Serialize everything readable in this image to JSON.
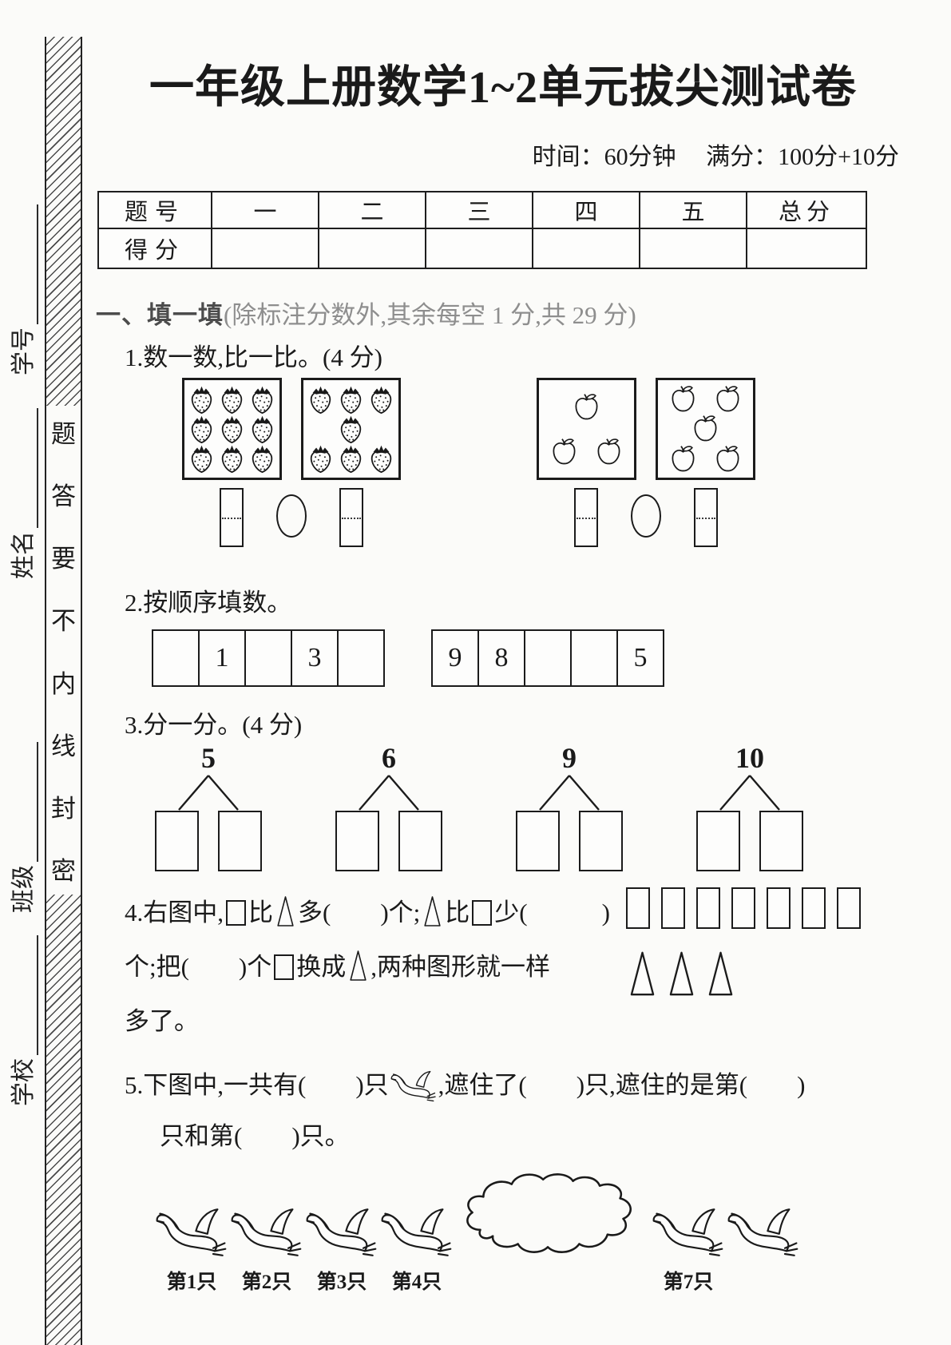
{
  "header": {
    "title": "一年级上册数学1~2单元拔尖测试卷",
    "meta": "时间：60分钟　 满分：100分+10分"
  },
  "margin": {
    "fields": [
      "学号",
      "姓名",
      "班级",
      "学校"
    ],
    "seal_text": "密封线内不要答题"
  },
  "score_table": {
    "row1_label": "题号",
    "row2_label": "得分",
    "columns": [
      "一",
      "二",
      "三",
      "四",
      "五",
      "总分"
    ],
    "scores": [
      "",
      "",
      "",
      "",
      "",
      ""
    ]
  },
  "section_one": {
    "title": "一、填一填",
    "note": "(除标注分数外,其余每空 1 分,共 29 分)"
  },
  "q1": {
    "label": "1.数一数,比一比。(4 分)",
    "groups": [
      {
        "fruit": "strawberry",
        "count": 9,
        "rows": [
          3,
          3,
          3
        ]
      },
      {
        "fruit": "strawberry",
        "count": 7,
        "rows": [
          3,
          1,
          3
        ]
      },
      {
        "fruit": "apple",
        "count": 3,
        "rows": [
          1,
          2
        ]
      },
      {
        "fruit": "apple",
        "count": 5,
        "rows": [
          2,
          1,
          2
        ]
      }
    ]
  },
  "q2": {
    "label": "2.按顺序填数。",
    "sequences": [
      [
        "",
        "1",
        "",
        "3",
        ""
      ],
      [
        "9",
        "8",
        "",
        "",
        "5"
      ]
    ]
  },
  "q3": {
    "label": "3.分一分。(4 分)",
    "numbers": [
      "5",
      "6",
      "9",
      "10"
    ]
  },
  "q4": {
    "line1": [
      "4.右图中,",
      "[SQ]",
      "比",
      "[TRI]",
      "多(　　)个;",
      "[TRI]",
      "比",
      "[SQ]",
      "少(　　　)"
    ],
    "line2": [
      "个;把(　　)个",
      "[SQ]",
      "换成",
      "[TRI]",
      ",两种图形就一样"
    ],
    "line3": "多了。",
    "rect_count": 7,
    "triangle_count": 3
  },
  "q5": {
    "line1": [
      "5.下图中,一共有(　　)只",
      "[GOOSE]",
      ",遮住了(　　)只,遮住的是第(　　)"
    ],
    "line2": "只和第(　　)只。",
    "geese_before": 4,
    "geese_after": 2,
    "labels": [
      "第1只",
      "第2只",
      "第3只",
      "第4只",
      "第7只"
    ]
  }
}
